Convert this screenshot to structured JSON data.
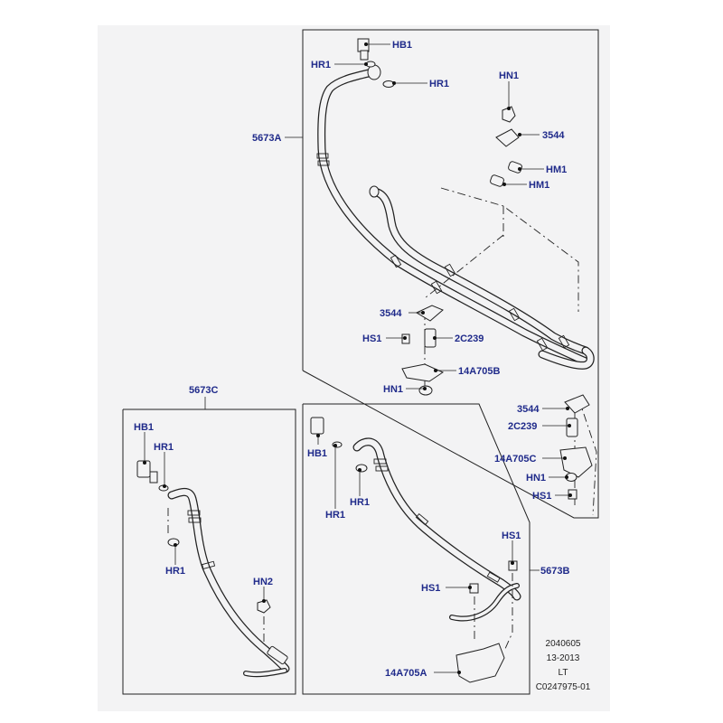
{
  "groups": {
    "upper": "5673A",
    "left": "5673C",
    "lower": "5673B"
  },
  "upper_labels": {
    "hb1": "HB1",
    "hr1_a": "HR1",
    "hr1_b": "HR1",
    "hn1_top": "HN1",
    "p3544_top": "3544",
    "hm1_a": "HM1",
    "hm1_b": "HM1",
    "p3544_mid": "3544",
    "hs1": "HS1",
    "p2c239": "2C239",
    "p14a705b": "14A705B",
    "hn1_mid": "HN1"
  },
  "right_labels": {
    "p3544": "3544",
    "p2c239": "2C239",
    "p14a705c": "14A705C",
    "hn1": "HN1",
    "hs1": "HS1"
  },
  "left_labels": {
    "hb1": "HB1",
    "hr1_a": "HR1",
    "hr1_b": "HR1",
    "hn2": "HN2"
  },
  "lower_labels": {
    "hb1": "HB1",
    "hr1_a": "HR1",
    "hr1_b": "HR1",
    "hs1_a": "HS1",
    "hs1_b": "HS1",
    "p14a705a": "14A705A"
  },
  "reference": {
    "line1": "2040605",
    "line2": "13-2013",
    "line3": "LT",
    "line4": "C0247975-01"
  },
  "colors": {
    "callout_text": "#1f2a8a",
    "background": "#f3f3f4",
    "line": "#222222"
  }
}
